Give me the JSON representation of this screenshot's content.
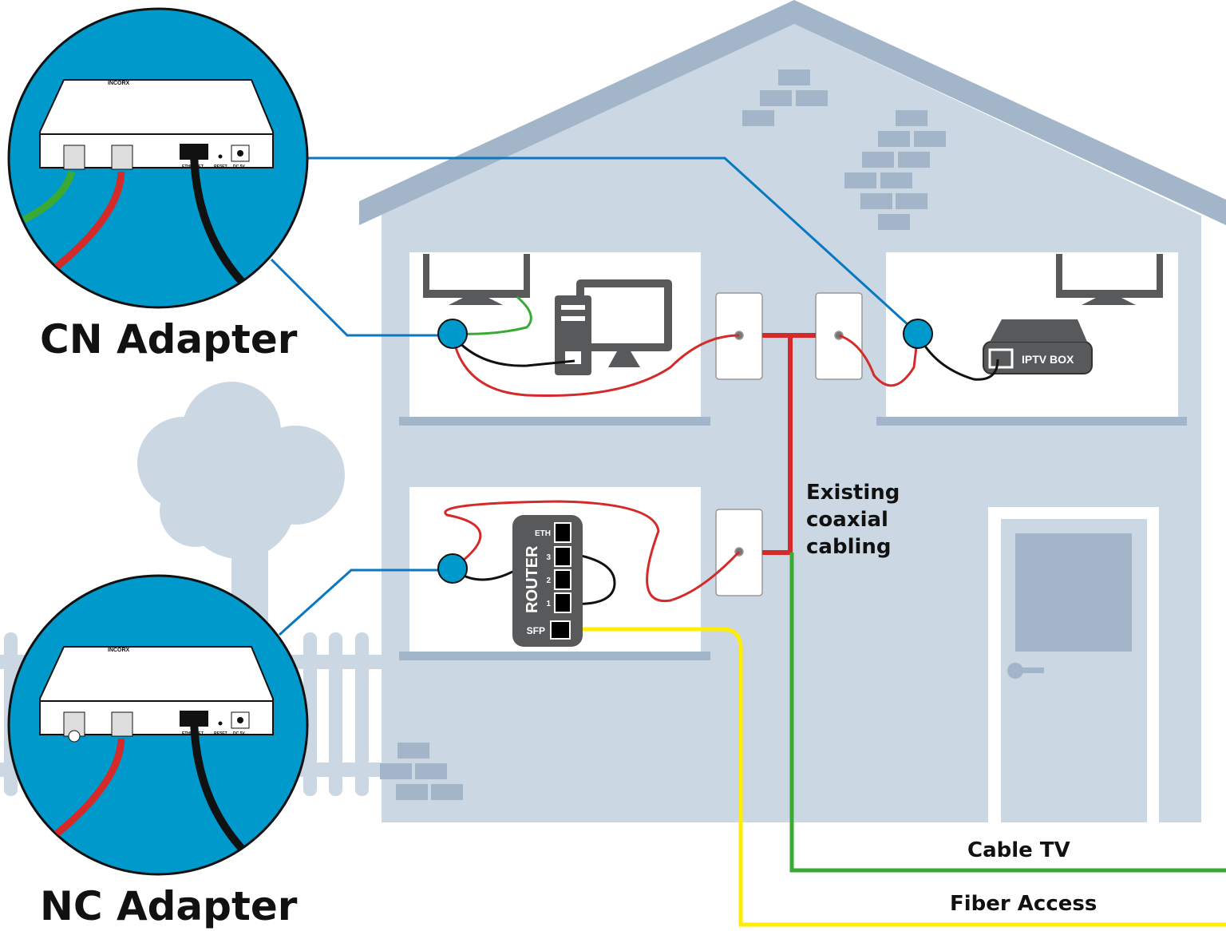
{
  "labels": {
    "cn_adapter": "CN Adapter",
    "nc_adapter": "NC Adapter",
    "coax_line1": "Existing",
    "coax_line2": "coaxial",
    "coax_line3": "cabling",
    "cable_tv": "Cable TV",
    "fiber_access": "Fiber Access",
    "iptv_box": "IPTV BOX"
  },
  "router": {
    "title": "ROUTER",
    "ports": [
      "ETH",
      "3",
      "2",
      "1"
    ],
    "sfp": "SFP"
  },
  "adapter_device": {
    "brand": "INCORX",
    "ports": [
      "ETHERNET",
      "RESET",
      "DC 5V"
    ]
  },
  "colors": {
    "house": "#cbd8e3",
    "roof": "#a3b5c8",
    "adapter_bubble": "#0099cc",
    "coax": "#d42a2a",
    "ethernet": "#111111",
    "cable_tv": "#3aaa35",
    "fiber": "#ffee00",
    "device": "#58595b"
  }
}
